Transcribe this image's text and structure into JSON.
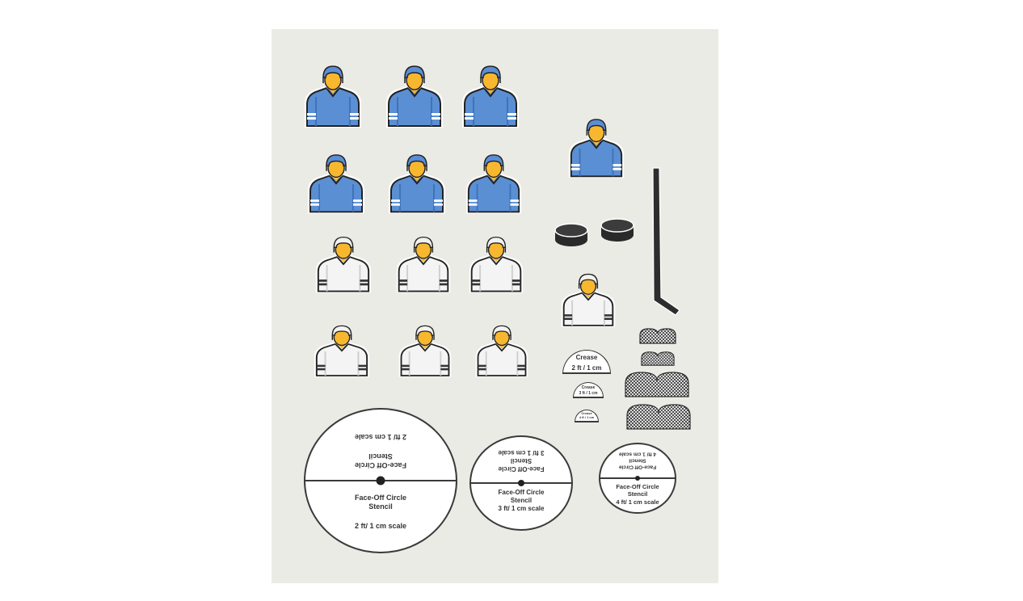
{
  "colors": {
    "board": "#ebebe6",
    "team_blue_jersey": "#5b8fd4",
    "team_white_jersey": "#f4f4f4",
    "skin": "#f7b72f",
    "outline": "#222222"
  },
  "players": {
    "blue_count": 7,
    "white_count": 7
  },
  "stencils": [
    {
      "id": "large",
      "title": "Face-Off Circle",
      "subtitle": "Stencil",
      "scale": "2 ft/ 1 cm scale"
    },
    {
      "id": "medium",
      "title": "Face-Off Circle",
      "subtitle": "Stencil",
      "scale": "3 ft/ 1 cm scale"
    },
    {
      "id": "small",
      "title": "Face-Off Circle",
      "subtitle": "Stencil",
      "scale": "4 ft/ 1 cm scale"
    }
  ],
  "creases": [
    {
      "title": "Crease",
      "scale": "2 ft / 1 cm"
    },
    {
      "title": "Crease",
      "scale": "3 ft / 1 cm"
    },
    {
      "title": "Crease",
      "scale": "4 ft / 1 cm"
    }
  ],
  "icons": {
    "player": "hockey-player-icon",
    "puck": "puck-icon",
    "stick": "hockey-stick-icon",
    "net": "goal-net-icon"
  }
}
